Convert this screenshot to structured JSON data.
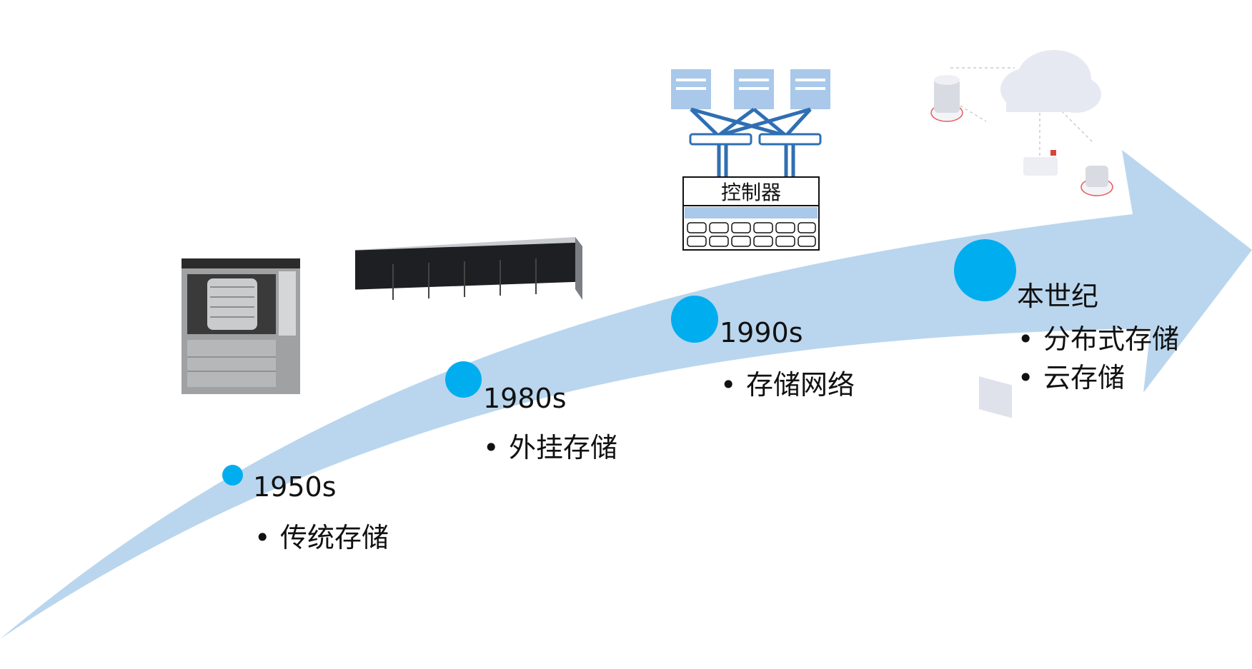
{
  "timeline": {
    "accent_color": "#00aeef",
    "arrow_color": "#bad6ee",
    "eras": [
      {
        "year": "1950s",
        "items": [
          "传统存储"
        ]
      },
      {
        "year": "1980s",
        "items": [
          "外挂存储"
        ]
      },
      {
        "year": "1990s",
        "items": [
          "存储网络"
        ]
      },
      {
        "year": "本世纪",
        "items": [
          "分布式存储",
          "云存储"
        ]
      }
    ]
  },
  "illustrations": {
    "controller_label": "控制器",
    "icons": [
      "mainframe-storage-icon",
      "rack-storage-server-icon",
      "storage-network-icon",
      "cloud-storage-icon"
    ]
  }
}
